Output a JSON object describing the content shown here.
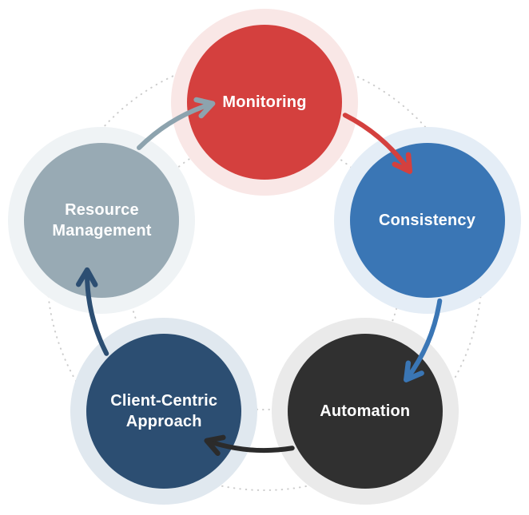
{
  "diagram": {
    "background_color": "#ffffff",
    "dot_color": "#cccccc",
    "nodes": [
      {
        "id": "monitoring",
        "label": "Monitoring",
        "color": "#d4403e",
        "halo_color": "#f9e7e6",
        "text_color": "#ffffff"
      },
      {
        "id": "consistency",
        "label": "Consistency",
        "color": "#3a76b5",
        "halo_color": "#e4edf6",
        "text_color": "#ffffff"
      },
      {
        "id": "automation",
        "label": "Automation",
        "color": "#303030",
        "halo_color": "#eaeaea",
        "text_color": "#ffffff"
      },
      {
        "id": "client-centric-approach",
        "label": "Client-Centric Approach",
        "color": "#2c4e72",
        "halo_color": "#e0e8ef",
        "text_color": "#ffffff"
      },
      {
        "id": "resource-management",
        "label": "Resource Management",
        "color": "#98aab4",
        "halo_color": "#eff3f5",
        "text_color": "#ffffff"
      }
    ],
    "arrows": [
      {
        "from": "monitoring",
        "to": "consistency",
        "color": "#d4403e"
      },
      {
        "from": "consistency",
        "to": "automation",
        "color": "#3a76b5"
      },
      {
        "from": "automation",
        "to": "client-centric-approach",
        "color": "#2b2b2b"
      },
      {
        "from": "client-centric-approach",
        "to": "resource-management",
        "color": "#2c4e72"
      },
      {
        "from": "resource-management",
        "to": "monitoring",
        "color": "#8da3ae"
      }
    ]
  }
}
